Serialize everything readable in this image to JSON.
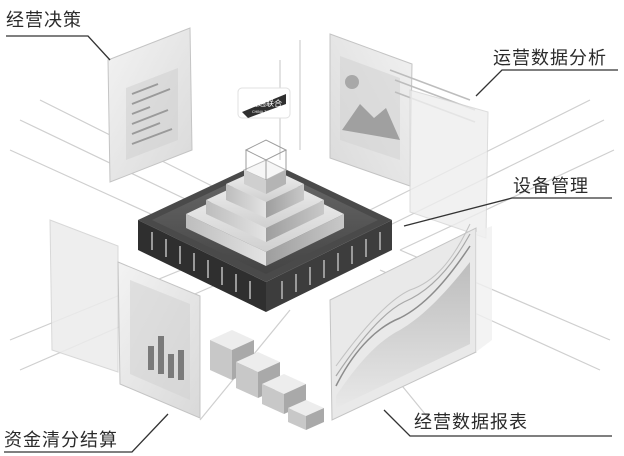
{
  "labels": {
    "top_left": "经营决策",
    "top_right": "运营数据分析",
    "middle_right": "设备管理",
    "bottom_right": "经营数据报表",
    "bottom_left": "资金清分结算"
  },
  "logo": {
    "main_text": "交通联合",
    "sub_text": "CHINA T-UNION"
  },
  "colors": {
    "line": "#333333",
    "panel": "#e4e4e4",
    "platform_dark": "#3a3a3a",
    "platform_mid": "#7a7a7a",
    "platform_light": "#d8d8d8"
  }
}
